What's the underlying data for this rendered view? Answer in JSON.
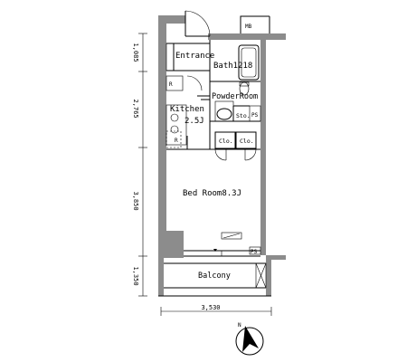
{
  "rooms": {
    "entrance": "Entrance",
    "bath": "Bath1218",
    "powder_room": "PowderRoom",
    "kitchen": "Kitchen",
    "kitchen_size": "2.5J",
    "storage": "Sto.",
    "closet_1": "Clo.",
    "closet_2": "Clo.",
    "bedroom": "Bed Room8.3J",
    "balcony": "Balcony"
  },
  "markers": {
    "mb": "MB",
    "ps_upper": "PS",
    "ps_lower": "PS",
    "r_upper": "R",
    "r_lower": "R"
  },
  "dimensions": {
    "d1": "1,085",
    "d2": "2,765",
    "d3": "3,850",
    "d4": "1,350",
    "width": "3,530"
  },
  "compass": {
    "label": "N"
  }
}
